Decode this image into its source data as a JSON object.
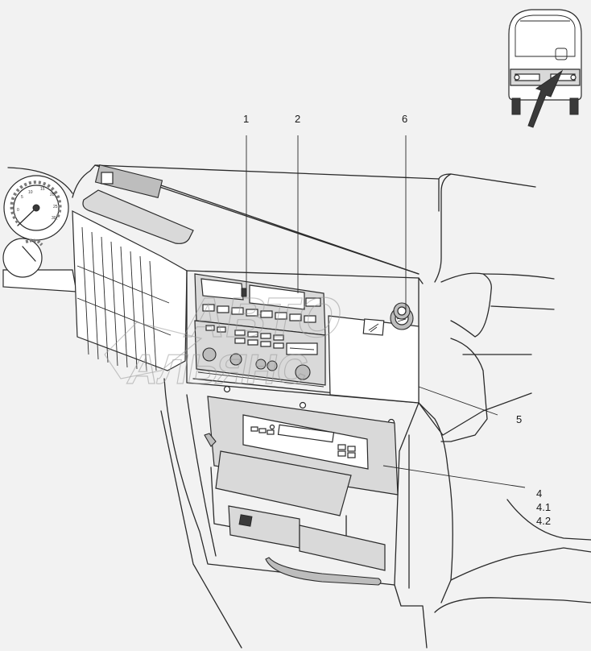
{
  "callouts": {
    "c1": "1",
    "c2": "2",
    "c4": "4",
    "c4_1": "4.1",
    "c4_2": "4.2",
    "c5": "5",
    "c6": "6"
  },
  "gauge_ticks": {
    "t0": "0",
    "t5": "5",
    "t10": "10",
    "t15": "15",
    "t20": "20",
    "t25": "25",
    "t30": "30"
  },
  "watermark": {
    "line1": "АВТО",
    "line2": "АЛЬЯНС"
  }
}
